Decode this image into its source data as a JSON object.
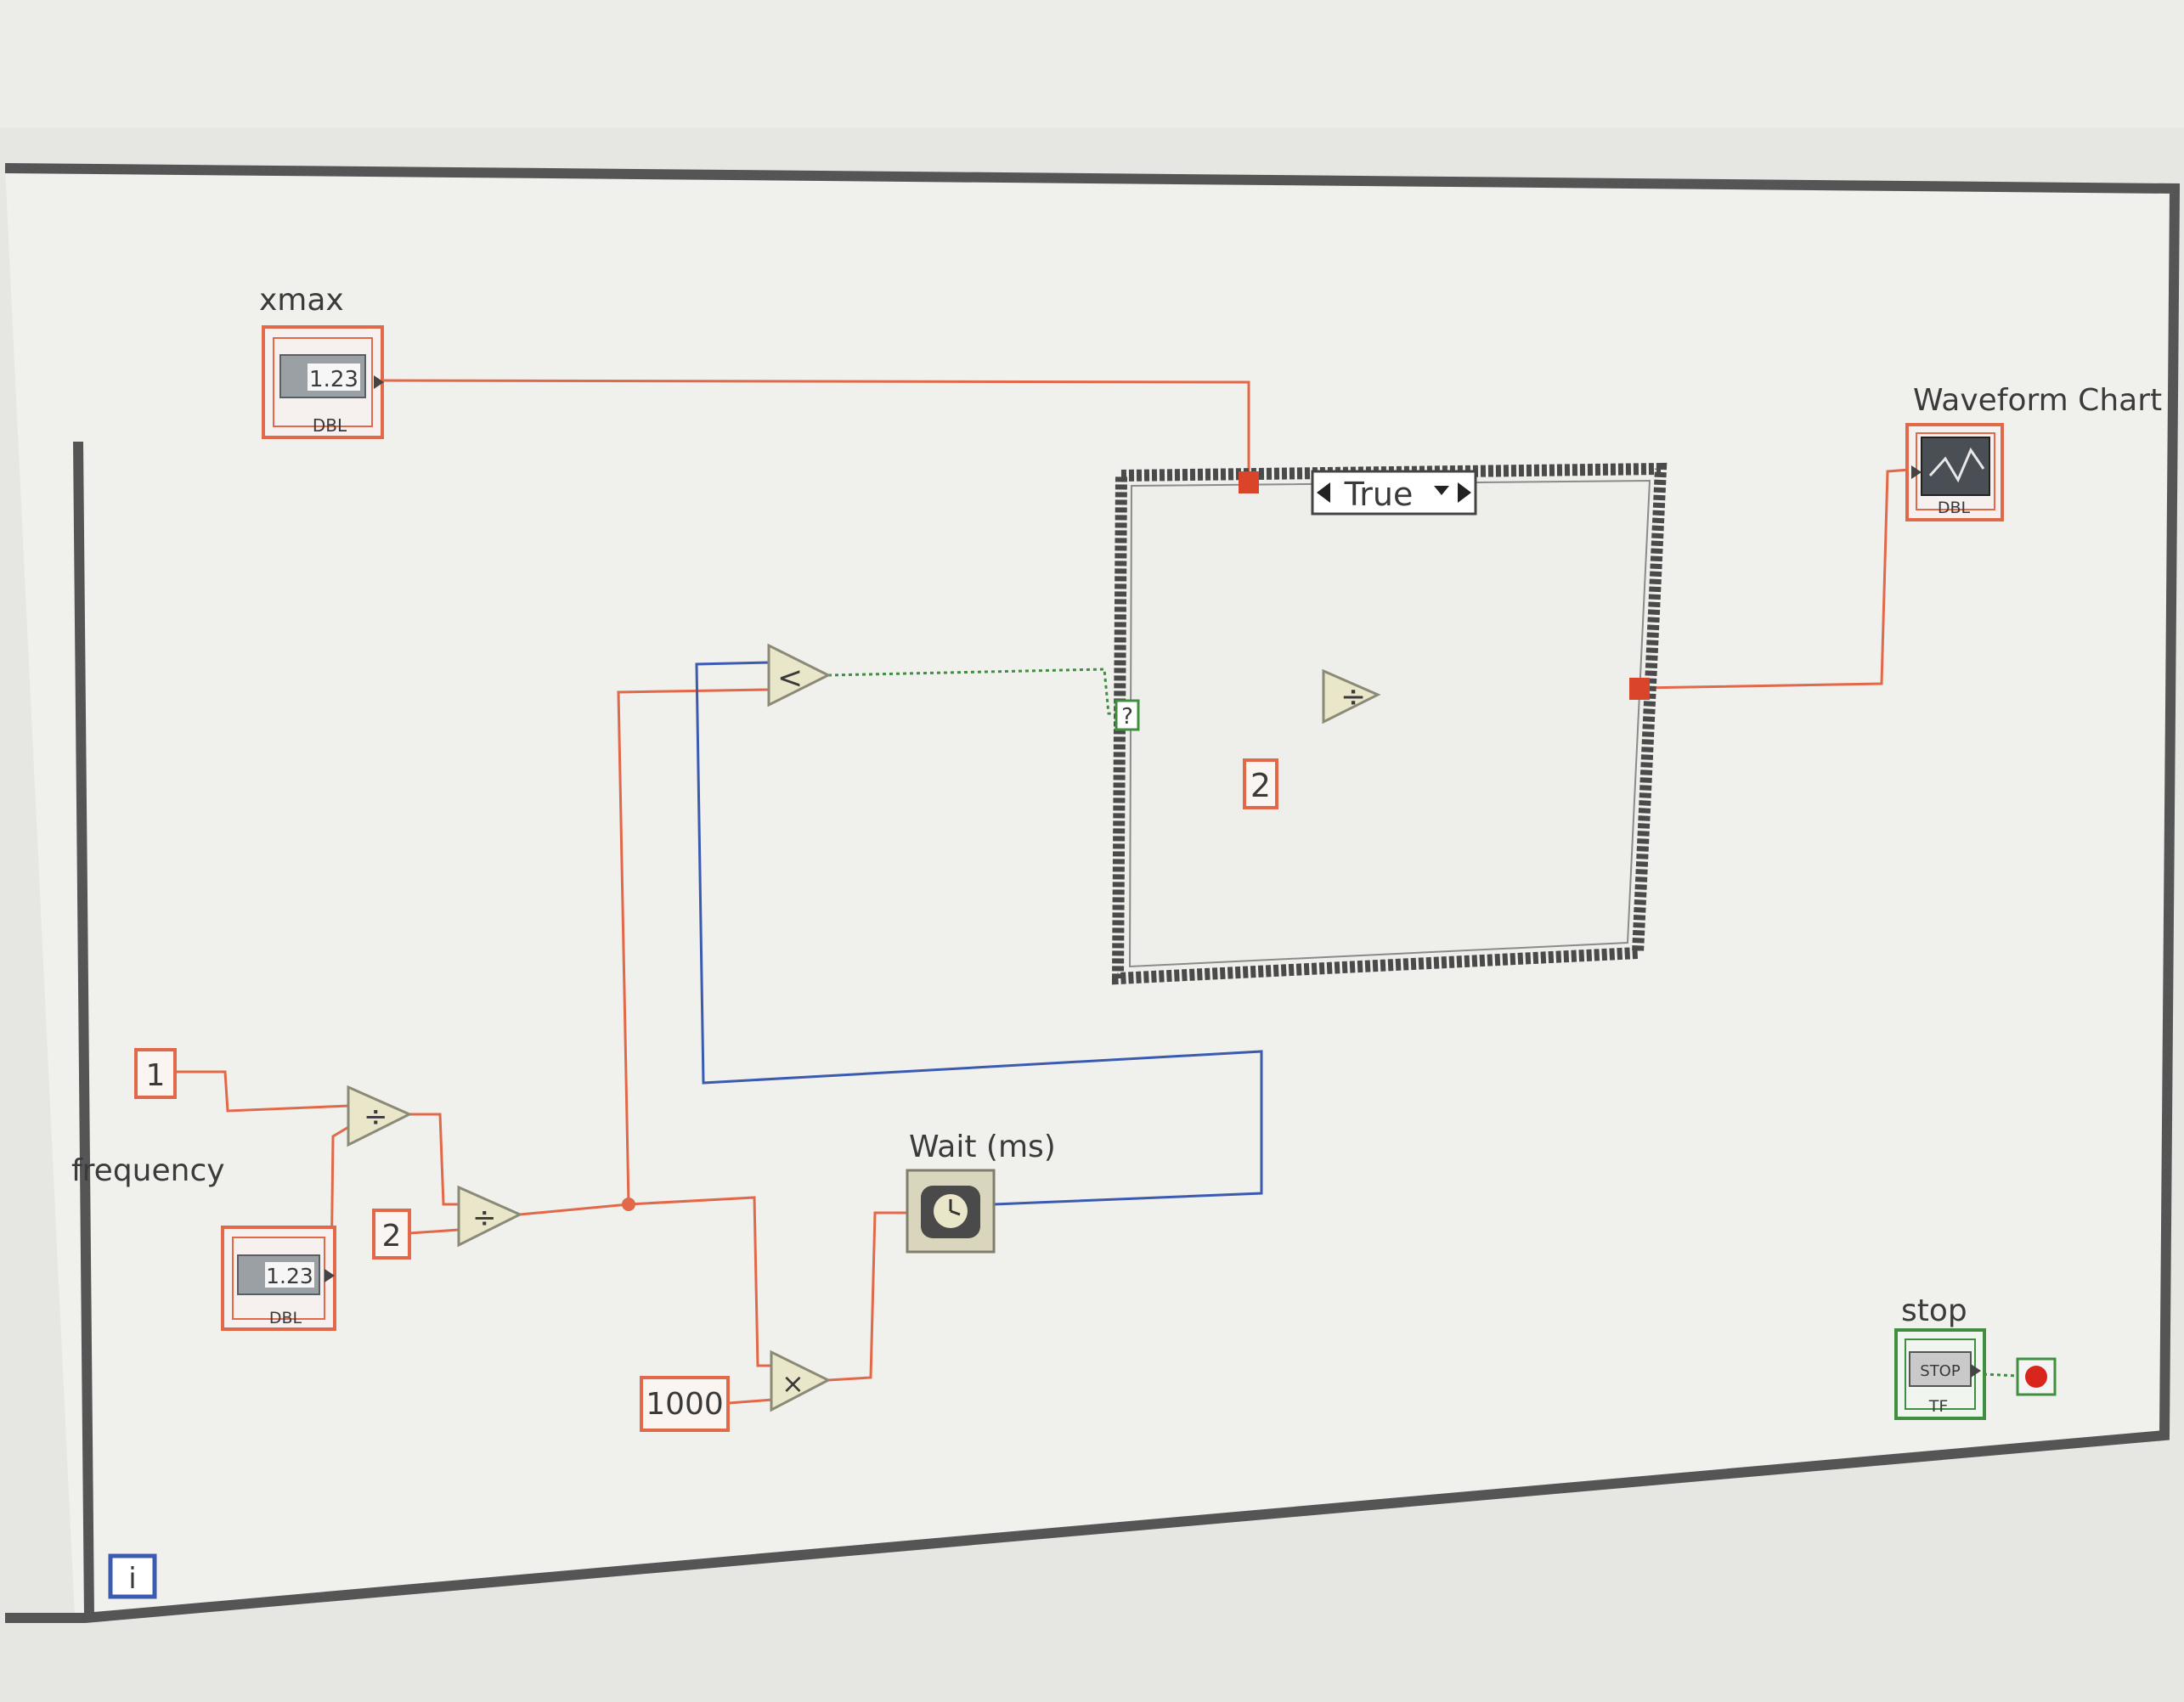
{
  "controls": {
    "xmax": {
      "label": "xmax",
      "display": "1.23",
      "type_tag": "DBL"
    },
    "frequency": {
      "label": "frequency",
      "display": "1.23",
      "type_tag": "DBL"
    }
  },
  "indicators": {
    "waveform_chart": {
      "label": "Waveform Chart",
      "type_tag": "DBL"
    }
  },
  "stop_control": {
    "label": "stop",
    "button_text": "STOP",
    "type_tag": "TF"
  },
  "constants": {
    "one": "1",
    "two_left": "2",
    "two_case": "2",
    "thousand": "1000"
  },
  "functions": {
    "divide_symbol": "÷",
    "multiply_symbol": "×",
    "less_symbol": "<",
    "wait_label": "Wait (ms)"
  },
  "case_structure": {
    "selector": "True",
    "selector_terminal": "?"
  },
  "while_loop": {
    "iteration_terminal": "i"
  },
  "colors": {
    "numeric_wire": "#e2684a",
    "integer_wire": "#3b5bb0",
    "boolean_wire": "#3f8f3f",
    "primitive_fill": "#e9e6c9",
    "canvas": "#efefec"
  }
}
